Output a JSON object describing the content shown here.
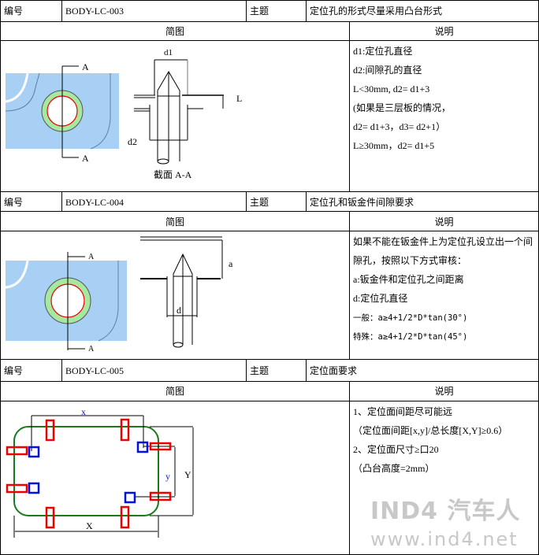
{
  "sections": [
    {
      "id_label": "编号",
      "id_value": "BODY-LC-003",
      "topic_label": "主题",
      "topic_value": "定位孔的形式尽量采用凸台形式",
      "diagram_header": "简图",
      "explain_header": "说明",
      "diagram_labels": {
        "a_top": "A",
        "a_bottom": "A",
        "d1": "d1",
        "d2": "d2",
        "L": "L",
        "caption": "截面 A-A"
      },
      "notes": [
        "d1:定位孔直径",
        "d2:间隙孔的直径",
        "L<30mm, d2= d1+3",
        "(如果是三层板的情况，",
        "d2= d1+3，d3= d2+1）",
        "L≥30mm，d2= d1+5"
      ]
    },
    {
      "id_label": "编号",
      "id_value": "BODY-LC-004",
      "topic_label": "主题",
      "topic_value": "定位孔和钣金件间隙要求",
      "diagram_header": "简图",
      "explain_header": "说明",
      "diagram_labels": {
        "a_top": "A",
        "a_bottom": "A",
        "a": "a",
        "d": "d"
      },
      "notes": [
        "如果不能在钣金件上为定位孔设立出一个间",
        "隙孔，按照以下方式审核：",
        "a:钣金件和定位孔之间距离",
        "d:定位孔直径",
        "一般：a≥4+1/2*D*tan(30°)",
        "特殊：a≥4+1/2*D*tan(45°)"
      ]
    },
    {
      "id_label": "编号",
      "id_value": "BODY-LC-005",
      "topic_label": "主题",
      "topic_value": "定位面要求",
      "diagram_header": "简图",
      "explain_header": "说明",
      "diagram_labels": {
        "x": "x",
        "y": "y",
        "X": "X",
        "Y": "Y"
      },
      "notes": [
        "1、定位面间距尽可能远",
        "（定位面间距[x,y]/总长度[X,Y]≥0.6）",
        "2、定位面尺寸≥口20",
        "（凸台高度=2mm）"
      ]
    }
  ],
  "watermark": {
    "logo": "IND4 汽车人",
    "url": "www.ind4.net"
  }
}
